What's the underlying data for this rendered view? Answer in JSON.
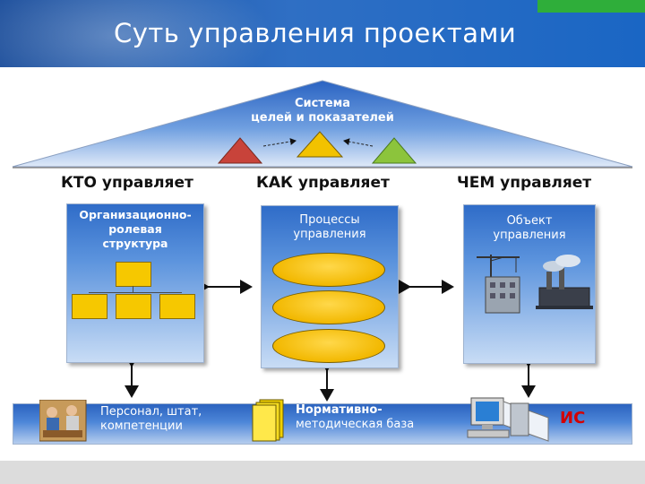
{
  "header": {
    "title": "Суть управления проектами"
  },
  "roof": {
    "label_line1": "Система",
    "label_line2": "целей и показателей"
  },
  "columns": {
    "who": {
      "title": "КТО управляет",
      "panel_line1": "Организационно-",
      "panel_line2": "ролевая",
      "panel_line3": "структура"
    },
    "how": {
      "title": "КАК управляет",
      "panel_line1": "Процессы",
      "panel_line2": "управления"
    },
    "what": {
      "title": "ЧЕМ управляет",
      "panel_line1": "Объект",
      "panel_line2": "управления"
    }
  },
  "bottom_bar": {
    "personnel_line1": "Персонал, штат,",
    "personnel_line2": "компетенции",
    "normative_line1": "Нормативно-",
    "normative_line2": "методическая база",
    "is_label": "ИС"
  },
  "colors": {
    "header_blue": "#1d4f9c",
    "panel_blue": "#2f6cc8",
    "yellow": "#f6c800",
    "triangle_red": "#c8433a",
    "triangle_yellow": "#f2c200",
    "triangle_green": "#8cc43c",
    "is_red": "#d40000"
  },
  "icons": [
    "people-photo-icon",
    "documents-icon",
    "computer-icon",
    "factory-icon",
    "construction-crane-icon"
  ]
}
